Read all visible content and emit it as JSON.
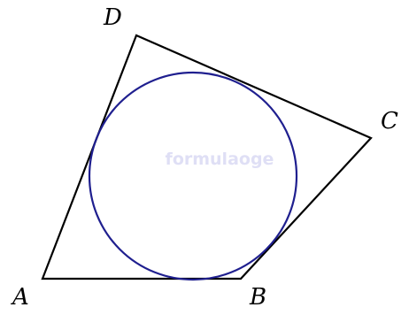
{
  "figure": {
    "vertices": {
      "A": "A",
      "B": "B",
      "C": "C",
      "D": "D"
    },
    "watermark": "formulaoge",
    "colors": {
      "quadrilateral": "#000000",
      "circle": "#1f1f8f",
      "watermark": "#c4c4ec",
      "labels": "#000000"
    }
  }
}
